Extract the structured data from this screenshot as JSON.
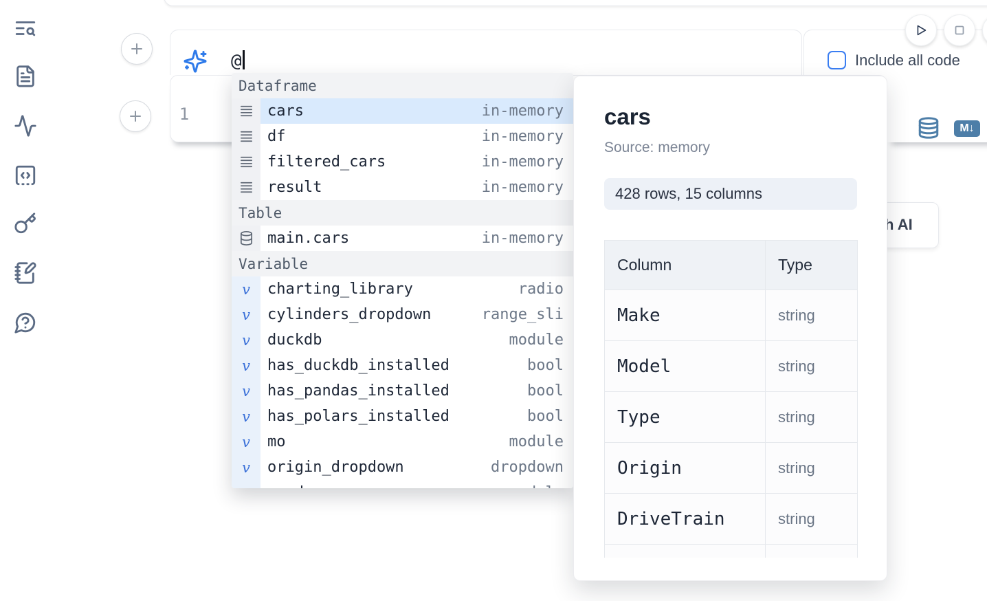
{
  "sidebar": {
    "icons": [
      {
        "name": "outline-search-icon"
      },
      {
        "name": "file-text-icon"
      },
      {
        "name": "activity-icon"
      },
      {
        "name": "code-snippet-icon"
      },
      {
        "name": "key-icon"
      },
      {
        "name": "notebook-pen-icon"
      },
      {
        "name": "help-chat-icon"
      }
    ]
  },
  "top": {
    "run_button_icon": "play-icon",
    "stop_button_icon": "stop-icon",
    "include_all_code": {
      "label": "Include all code",
      "checked": false
    }
  },
  "prompt": {
    "icon": "sparkles-icon",
    "value": "@"
  },
  "editor": {
    "line_number": "1"
  },
  "cell_actions": {
    "database_icon": "database-icon",
    "markdown_badge": "M↓"
  },
  "ai_button": {
    "visible_label": "h AI"
  },
  "autocomplete": {
    "sections": [
      {
        "label": "Dataframe",
        "icon": "rows-icon",
        "items": [
          {
            "name": "cars",
            "type": "in-memory",
            "selected": true
          },
          {
            "name": "df",
            "type": "in-memory"
          },
          {
            "name": "filtered_cars",
            "type": "in-memory"
          },
          {
            "name": "result",
            "type": "in-memory"
          }
        ]
      },
      {
        "label": "Table",
        "icon": "database-icon",
        "items": [
          {
            "name": "main.cars",
            "type": "in-memory"
          }
        ]
      },
      {
        "label": "Variable",
        "icon": "italic-v-icon",
        "items": [
          {
            "name": "charting_library",
            "type": "radio"
          },
          {
            "name": "cylinders_dropdown",
            "type": "range_sli"
          },
          {
            "name": "duckdb",
            "type": "module"
          },
          {
            "name": "has_duckdb_installed",
            "type": "bool"
          },
          {
            "name": "has_pandas_installed",
            "type": "bool"
          },
          {
            "name": "has_polars_installed",
            "type": "bool"
          },
          {
            "name": "mo",
            "type": "module"
          },
          {
            "name": "origin_dropdown",
            "type": "dropdown"
          },
          {
            "name": "pandas",
            "type": "module",
            "clipped": true
          }
        ]
      }
    ]
  },
  "preview": {
    "title": "cars",
    "source": "Source: memory",
    "shape": "428 rows, 15 columns",
    "table": {
      "headers": [
        "Column",
        "Type"
      ],
      "rows": [
        [
          "Make",
          "string"
        ],
        [
          "Model",
          "string"
        ],
        [
          "Type",
          "string"
        ],
        [
          "Origin",
          "string"
        ],
        [
          "DriveTrain",
          "string"
        ],
        [
          "",
          ""
        ]
      ]
    }
  },
  "colors": {
    "accent_blue": "#2f7bea",
    "steel_blue": "#4d7ea8",
    "selected_row_bg": "#d9eafd",
    "variable_gutter_bg": "#e9f1fb",
    "icon_slate": "#5b6b84"
  }
}
